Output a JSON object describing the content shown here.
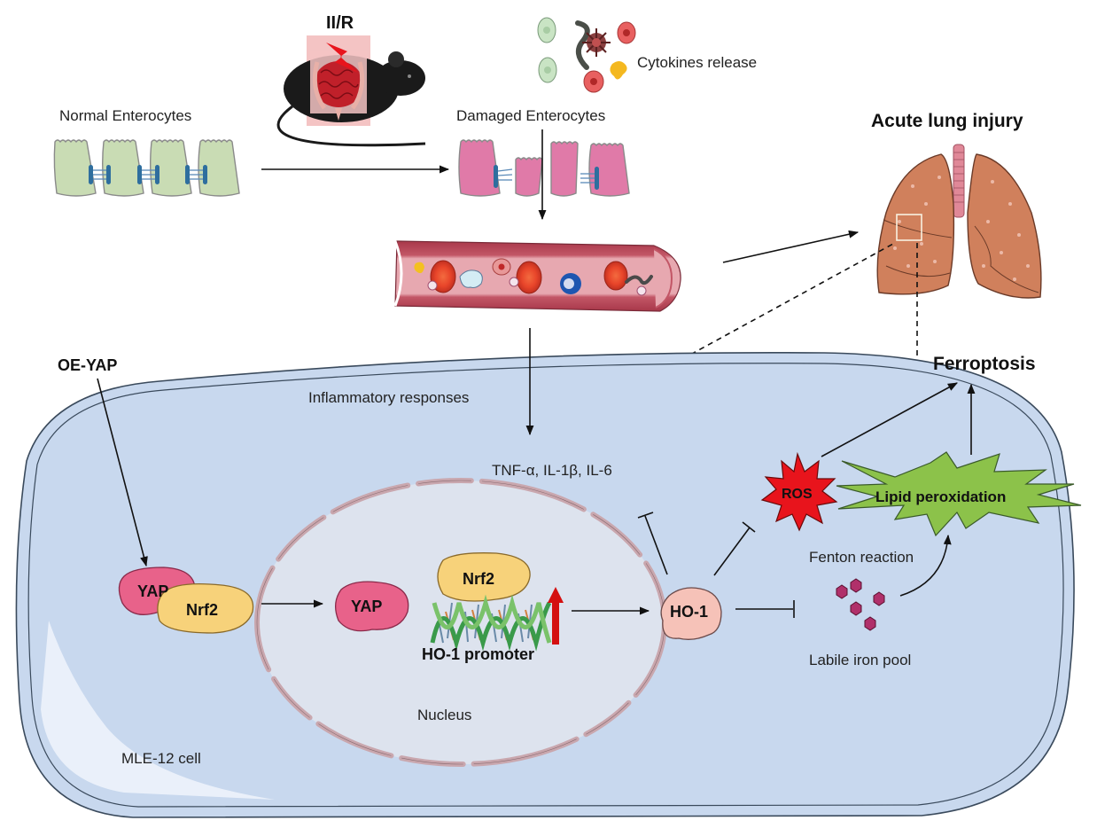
{
  "figure": {
    "type": "mechanism schematic",
    "labels": {
      "ii_r": "II/R",
      "normal_enterocytes": "Normal Enterocytes",
      "damaged_enterocytes": "Damaged Enterocytes",
      "cytokines_release": "Cytokines release",
      "acute_lung_injury": "Acute lung injury",
      "oe_yap": "OE-YAP",
      "inflammatory_responses": "Inflammatory responses",
      "cytokines_list": "TNF-α, IL-1β, IL-6",
      "ferroptosis": "Ferroptosis",
      "ros": "ROS",
      "lipid_peroxidation": "Lipid peroxidation",
      "fenton_reaction": "Fenton reaction",
      "labile_iron_pool": "Labile iron pool",
      "ho1": "HO-1",
      "ho1_promoter": "HO-1 promoter",
      "nucleus": "Nucleus",
      "cell": "MLE-12 cell",
      "yap_cytoplasm": "YAP",
      "nrf2_cytoplasm": "Nrf2",
      "yap_nucleus": "YAP",
      "nrf2_nucleus": "Nrf2"
    },
    "relations": [
      {
        "from": "Normal Enterocytes",
        "to": "Damaged Enterocytes",
        "type": "activation"
      },
      {
        "from": "Damaged Enterocytes",
        "to": "Blood vessel",
        "type": "activation"
      },
      {
        "from": "Blood vessel",
        "to": "Acute lung injury",
        "type": "activation"
      },
      {
        "from": "Blood vessel",
        "to": "TNF-α, IL-1β, IL-6",
        "type": "activation",
        "label": "Inflammatory responses"
      },
      {
        "from": "OE-YAP",
        "to": "YAP/Nrf2 complex",
        "type": "activation"
      },
      {
        "from": "YAP/Nrf2 complex",
        "to": "Nucleus",
        "type": "activation"
      },
      {
        "from": "HO-1 promoter",
        "to": "HO-1",
        "type": "activation"
      },
      {
        "from": "HO-1",
        "to": "TNF-α, IL-1β, IL-6",
        "type": "inhibition"
      },
      {
        "from": "HO-1",
        "to": "ROS",
        "type": "inhibition"
      },
      {
        "from": "HO-1",
        "to": "Labile iron pool",
        "type": "inhibition"
      },
      {
        "from": "Labile iron pool",
        "to": "Lipid peroxidation",
        "type": "activation",
        "label": "Fenton reaction"
      },
      {
        "from": "ROS",
        "to": "Ferroptosis",
        "type": "activation"
      },
      {
        "from": "Lipid peroxidation",
        "to": "Ferroptosis",
        "type": "activation"
      }
    ],
    "colors": {
      "cell_fill": "#c8d8ee",
      "cell_stroke": "#3a4a5c",
      "nucleus_fill": "#dde3ee",
      "nuclear_envelope": "#c9a7ae",
      "yap": "#e8628a",
      "nrf2": "#f7d27a",
      "ho1": "#f6c2b8",
      "ros": "#e8141c",
      "lipid": "#8cc24a",
      "iron": "#b0306a",
      "lung": "#d0805c",
      "normal_cell": "#c9dcb4",
      "damaged_cell": "#e07aa8",
      "vessel": "#b84a5c",
      "rbc": "#e8452a",
      "up_arrow": "#d41010"
    }
  }
}
